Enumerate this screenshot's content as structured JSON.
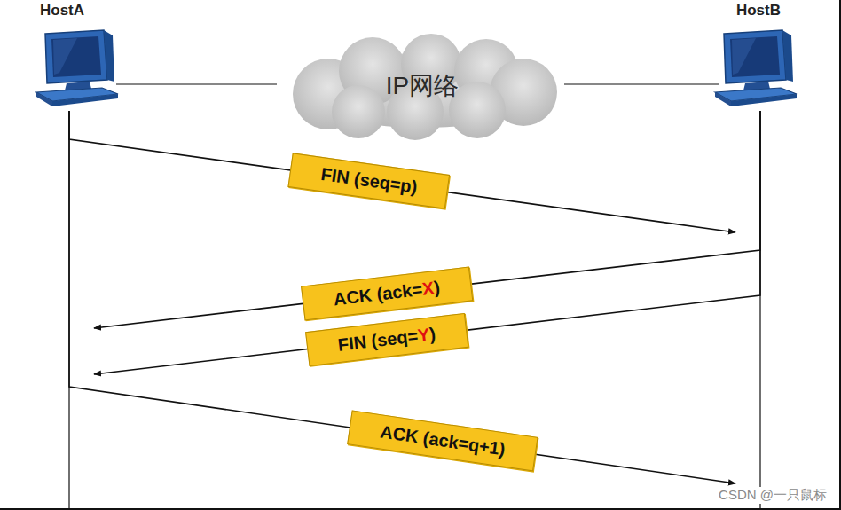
{
  "diagram": {
    "nodes": [
      {
        "text": [
          "HostA"
        ]
      },
      {
        "text": [
          "IP网络"
        ]
      },
      {
        "text": [
          "HostB"
        ]
      }
    ],
    "edges": [
      {
        "from": 0,
        "to": 1,
        "arrow": "none"
      },
      {
        "from": 1,
        "to": 2,
        "arrow": "none"
      },
      {
        "from": 0,
        "to": 2,
        "label": "FIN (seq=p)",
        "arrow": "to"
      },
      {
        "from": 2,
        "to": 0,
        "label": "ACK (ack=X)",
        "arrow": "to"
      },
      {
        "from": 2,
        "to": 0,
        "label": "FIN (seq=Y)",
        "arrow": "to"
      },
      {
        "from": 0,
        "to": 2,
        "label": "ACK (ack=q+1)",
        "arrow": "to"
      }
    ],
    "labels": [
      "CSDN @一只鼠标"
    ]
  }
}
